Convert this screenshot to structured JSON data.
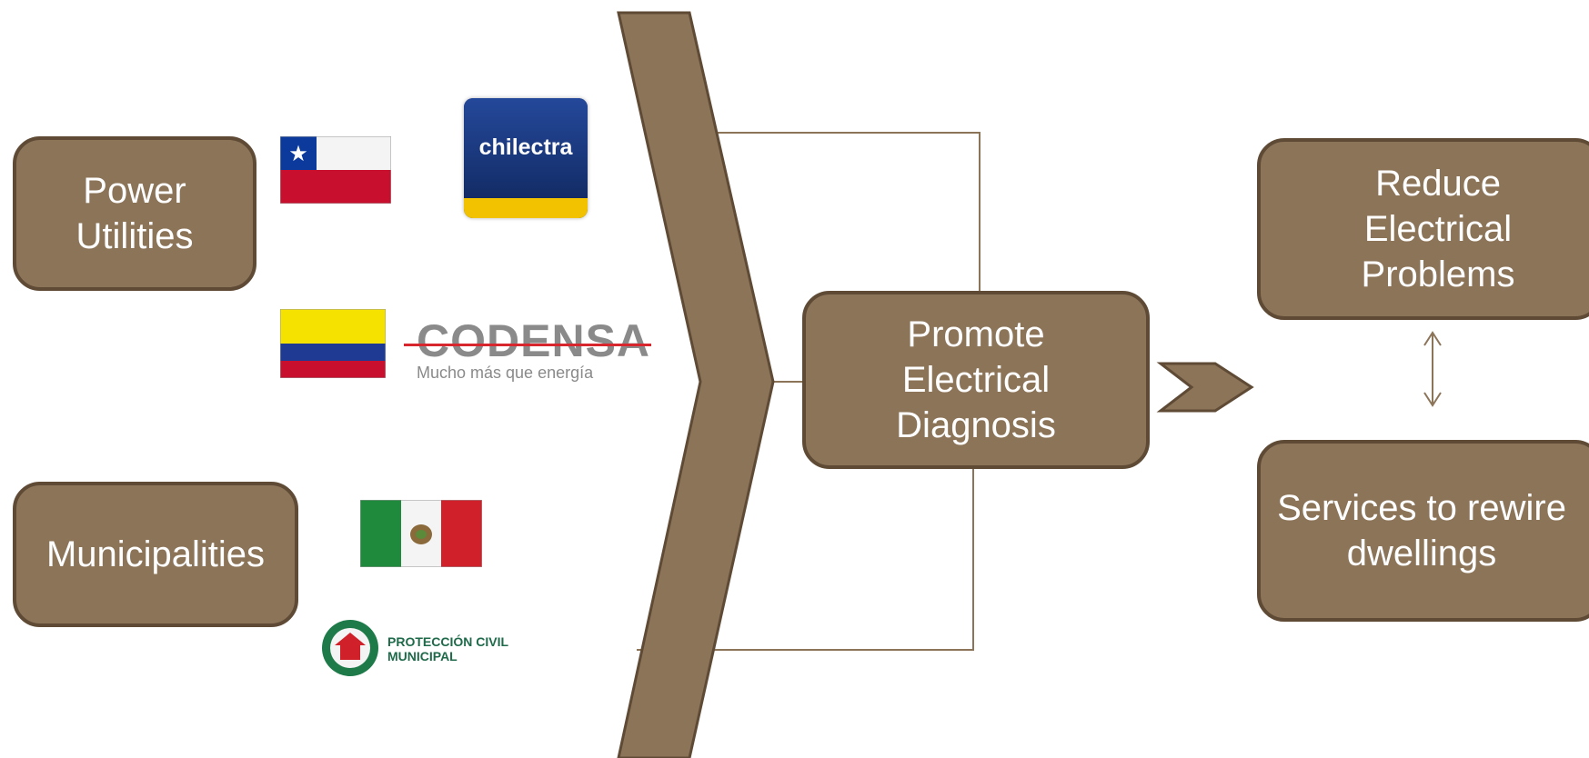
{
  "colors": {
    "box_fill": "#8c7459",
    "box_border": "#5e4a35",
    "connector": "#8c7459",
    "text": "#ffffff"
  },
  "boxes": {
    "power_utilities": "Power Utilities",
    "municipalities": "Municipalities",
    "promote": "Promote Electrical Diagnosis",
    "reduce": "Reduce Electrical Problems",
    "services": "Services to rewire dwellings"
  },
  "logos": {
    "chilectra": "chilectra",
    "codensa_name": "CODENSA",
    "codensa_tagline": "Mucho más que energía",
    "proteccion_line1": "PROTECCIÓN CIVIL",
    "proteccion_line2": "MUNICIPAL"
  },
  "flags": [
    "chile-flag",
    "colombia-flag",
    "mexico-flag"
  ],
  "icons": [
    "chevron-big-icon",
    "chevron-small-icon",
    "double-arrow-icon"
  ]
}
